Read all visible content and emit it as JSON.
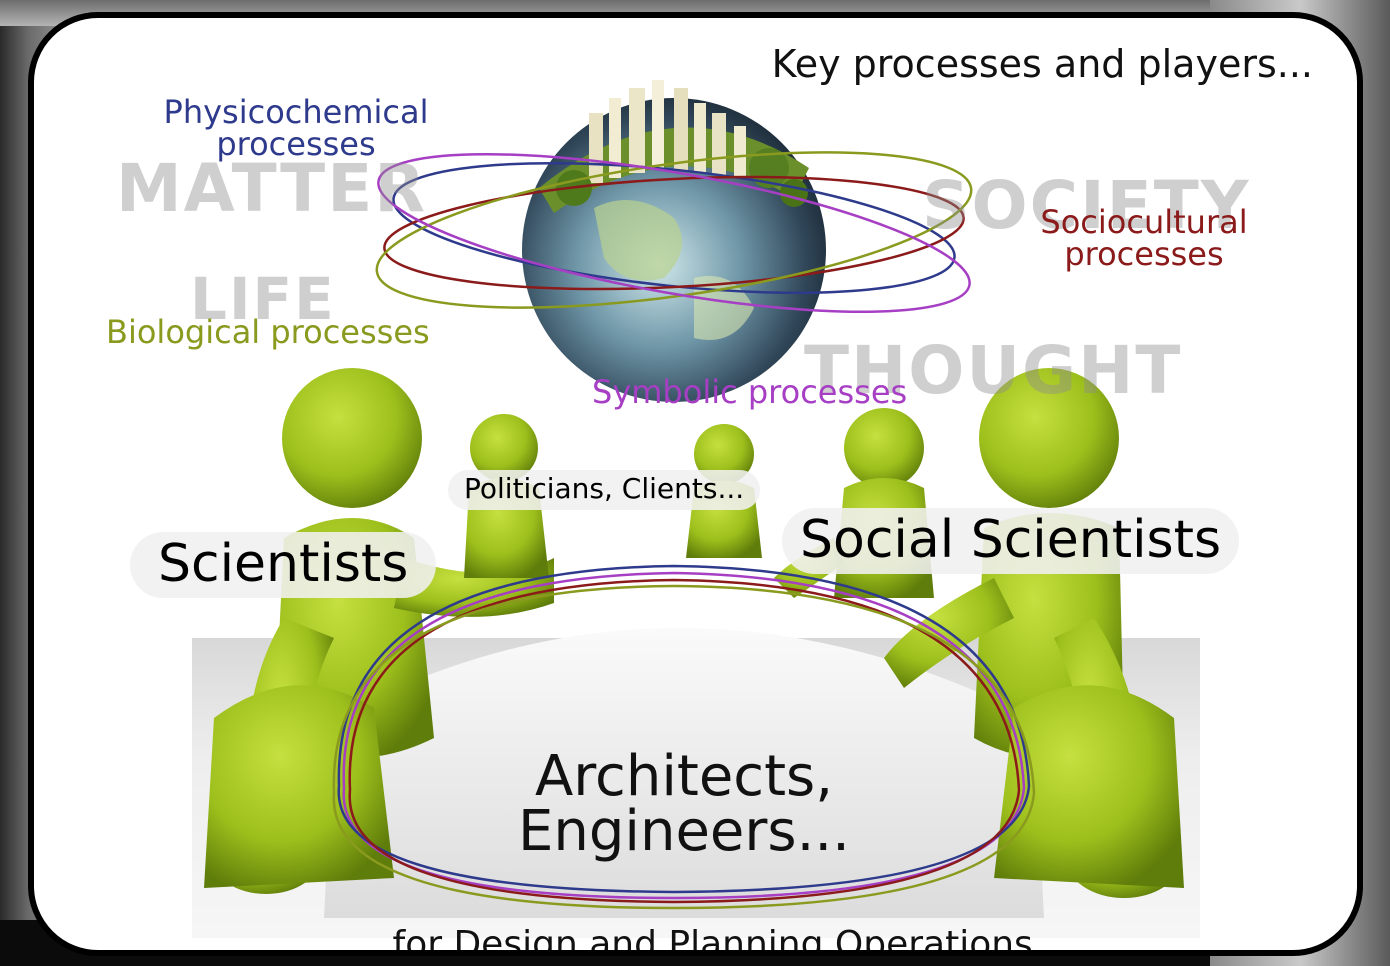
{
  "headline": "Key processes and players...",
  "watermarks": {
    "matter": "MATTER",
    "society": "SOCIETY",
    "life": "LIFE",
    "thought": "THOUGHT"
  },
  "processes": {
    "physicochemical": {
      "line1": "Physicochemical",
      "line2": "processes",
      "color": "#2e3a8c"
    },
    "sociocultural": {
      "line1": "Sociocultural",
      "line2": "processes",
      "color": "#8b1a1a"
    },
    "biological": {
      "label": "Biological processes",
      "color": "#8a9a1e"
    },
    "symbolic": {
      "label": "Symbolic processes",
      "color": "#a63fc4"
    }
  },
  "players": {
    "politicians": "Politicians, Clients...",
    "scientists": "Scientists",
    "social_scientists": "Social Scientists",
    "architects_line1": "Architects,",
    "architects_line2": "Engineers..."
  },
  "footer": "...for Design and Planning Operations",
  "colors": {
    "figure_green": "#9dbf1c",
    "figure_shadow": "#6f8f0e"
  }
}
